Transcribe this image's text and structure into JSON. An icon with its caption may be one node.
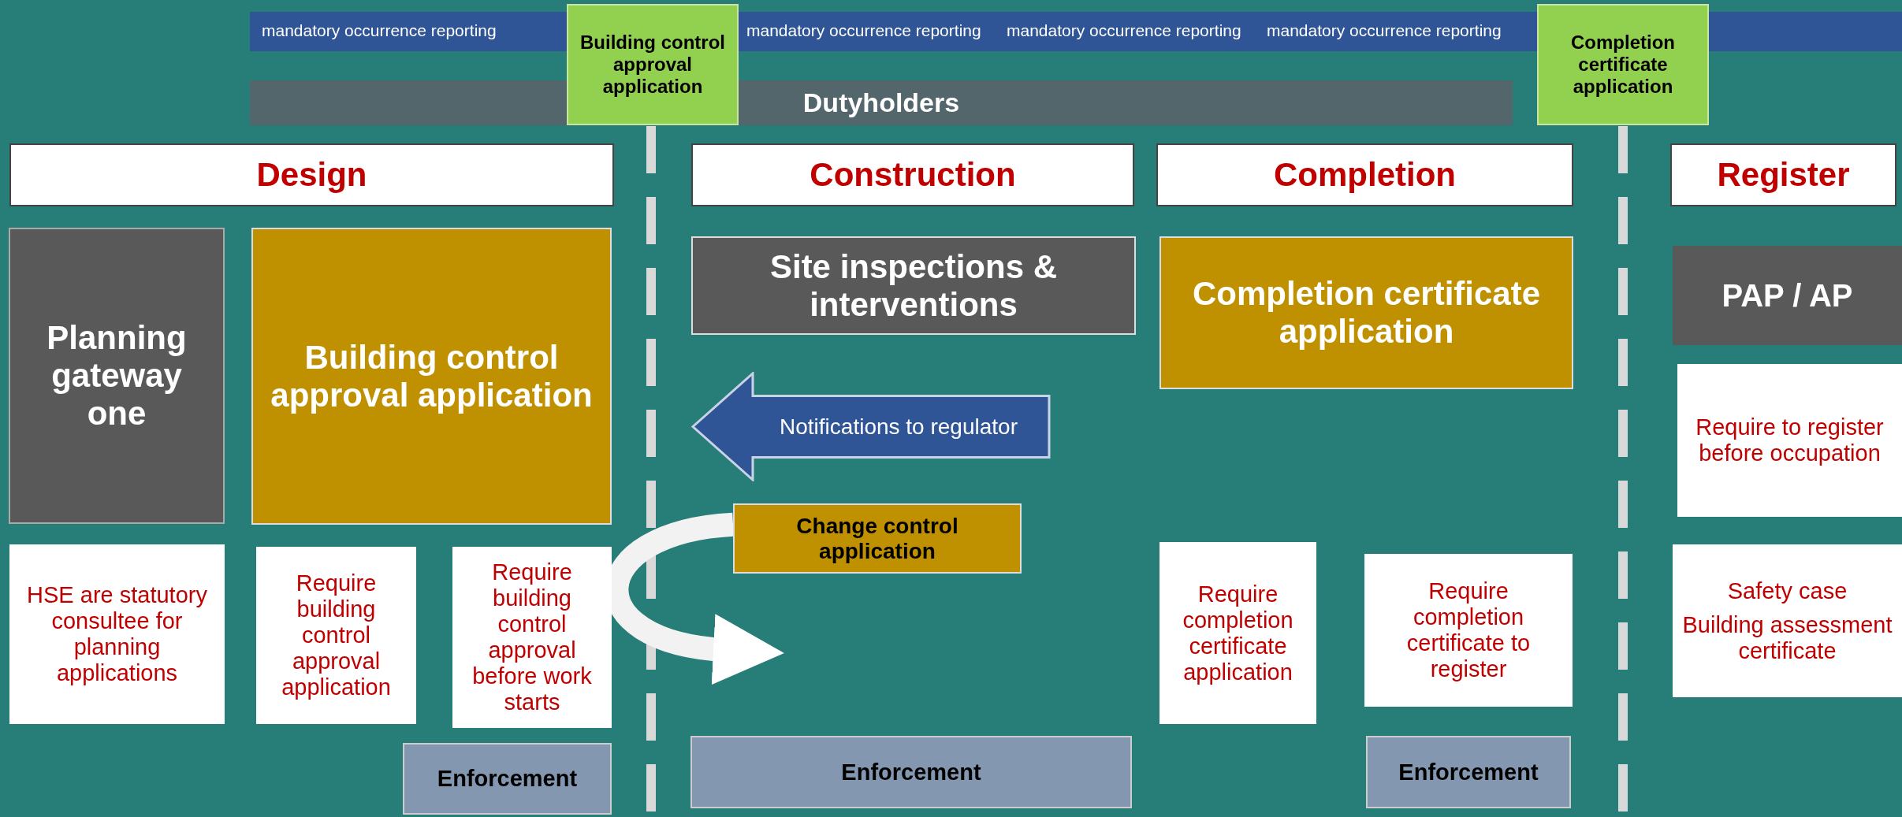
{
  "diagram": {
    "nodes": [
      {
        "text": [
          "mandatory occurrence reporting",
          "mandatory occurrence reporting",
          "mandatory occurrence reporting",
          "mandatory occurrence reporting"
        ]
      },
      {
        "text": [
          "Building control approval application"
        ]
      },
      {
        "text": [
          "Completion certificate application"
        ]
      },
      {
        "text": [
          "Dutyholders"
        ]
      },
      {
        "text": [
          "Design"
        ]
      },
      {
        "text": [
          "Construction"
        ]
      },
      {
        "text": [
          "Completion"
        ]
      },
      {
        "text": [
          "Register"
        ]
      },
      {
        "text": [
          "Planning gateway one"
        ]
      },
      {
        "text": [
          "Building control approval application"
        ]
      },
      {
        "text": [
          "Site inspections & interventions"
        ]
      },
      {
        "text": [
          "Completion certificate application"
        ]
      },
      {
        "text": [
          "PAP / AP"
        ]
      },
      {
        "text": [
          "Require to register before occupation"
        ]
      },
      {
        "text": [
          "Notifications to regulator"
        ]
      },
      {
        "text": [
          "Change control application"
        ]
      },
      {
        "text": [
          "HSE are statutory consultee for planning applications"
        ]
      },
      {
        "text": [
          "Require building control approval application"
        ]
      },
      {
        "text": [
          "Require building control approval before work starts"
        ]
      },
      {
        "text": [
          "Require completion certificate application"
        ]
      },
      {
        "text": [
          "Require completion certificate to register"
        ]
      },
      {
        "text": [
          "Safety case",
          "Building assessment certificate"
        ]
      },
      {
        "text": [
          "Enforcement"
        ]
      },
      {
        "text": [
          "Enforcement"
        ]
      },
      {
        "text": [
          "Enforcement"
        ]
      }
    ],
    "edges": [
      {
        "from": 15,
        "to": 15,
        "arrow": "to"
      }
    ]
  }
}
